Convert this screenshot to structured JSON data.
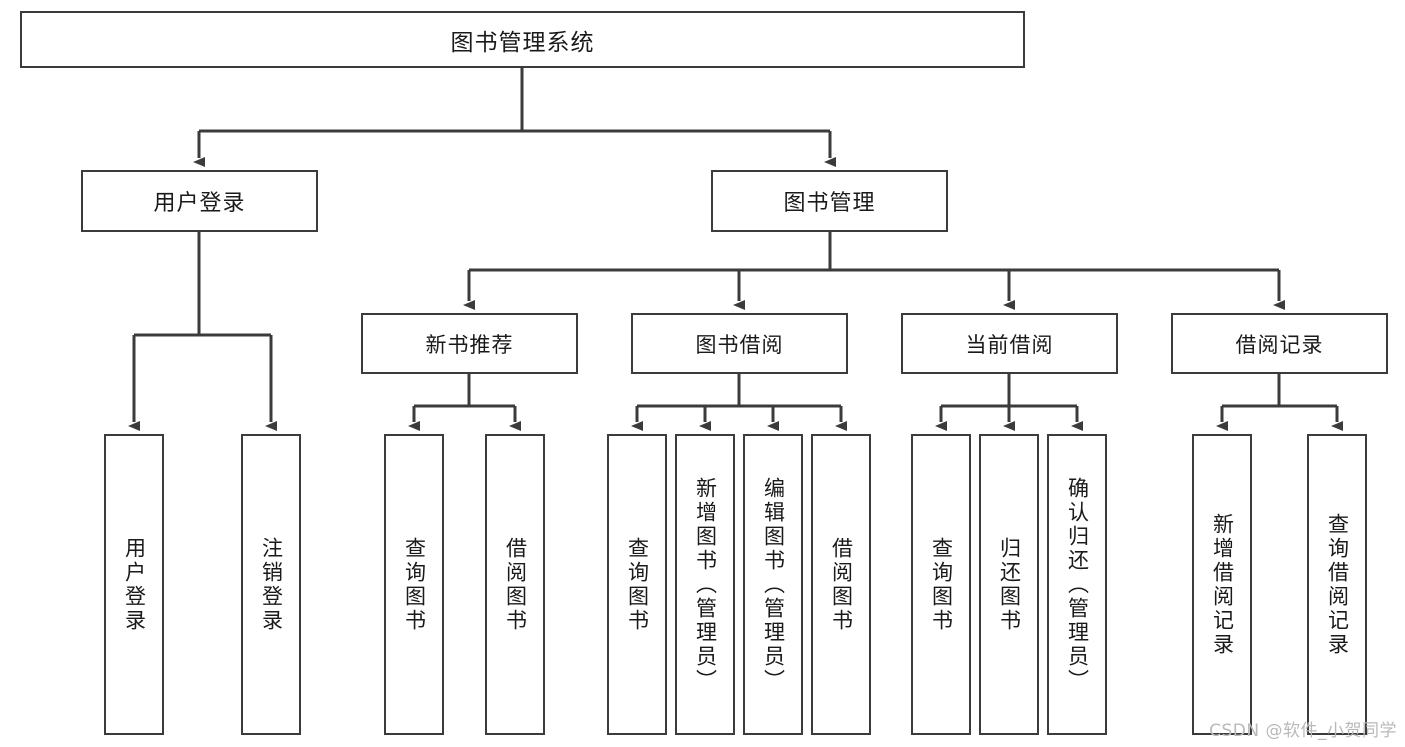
{
  "diagram": {
    "title": "图书管理系统",
    "type": "tree-hierarchy",
    "root": {
      "label": "图书管理系统"
    },
    "level2": [
      {
        "label": "用户登录"
      },
      {
        "label": "图书管理"
      }
    ],
    "level3": [
      {
        "label": "新书推荐"
      },
      {
        "label": "图书借阅"
      },
      {
        "label": "当前借阅"
      },
      {
        "label": "借阅记录"
      }
    ],
    "leaves": {
      "user_login": [
        {
          "label": "用户登录"
        },
        {
          "label": "注销登录"
        }
      ],
      "new_book_recommend": [
        {
          "label": "查询图书"
        },
        {
          "label": "借阅图书"
        }
      ],
      "book_borrow": [
        {
          "label": "查询图书"
        },
        {
          "label": "新增图书（管理员）"
        },
        {
          "label": "编辑图书（管理员）"
        },
        {
          "label": "借阅图书"
        }
      ],
      "current_borrow": [
        {
          "label": "查询图书"
        },
        {
          "label": "归还图书"
        },
        {
          "label": "确认归还（管理员）"
        }
      ],
      "borrow_record": [
        {
          "label": "新增借阅记录"
        },
        {
          "label": "查询借阅记录"
        }
      ]
    }
  },
  "watermark": {
    "text": "CSDN @软件_小贺同学"
  },
  "colors": {
    "stroke": "#3b3b3b",
    "box_fill": "#ffffff",
    "text": "#1a1a1a",
    "watermark": "#b9b9b9"
  }
}
